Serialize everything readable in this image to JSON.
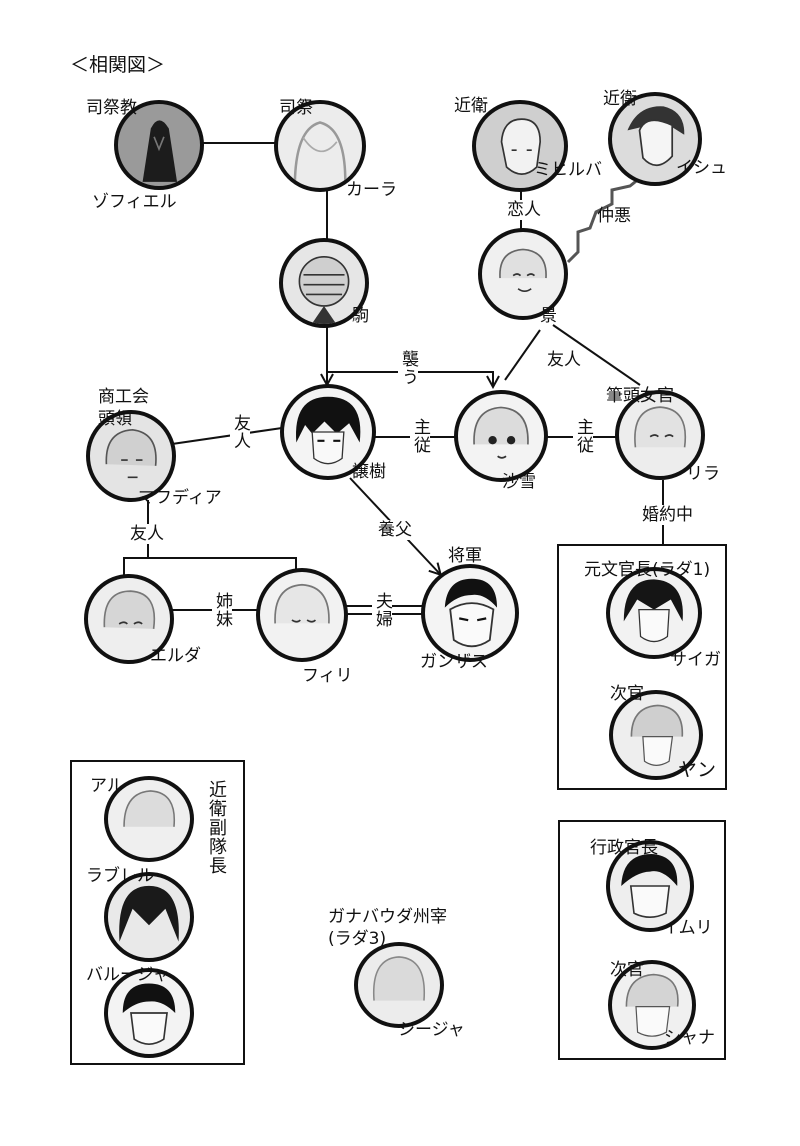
{
  "title": "＜相関図＞",
  "characters": {
    "zofiel": {
      "name": "ゾフィエル",
      "role": "司祭教"
    },
    "kara": {
      "name": "カーラ",
      "role": "司祭"
    },
    "koma": {
      "name": "駒"
    },
    "mihiruba": {
      "name": "ミヒルバ",
      "role": "近衛"
    },
    "ishu": {
      "name": "イシュ",
      "role": "近衛"
    },
    "kei": {
      "name": "景"
    },
    "mafudia": {
      "name": "マフディア",
      "role": "商工会\n頭領"
    },
    "joju": {
      "name": "譲樹"
    },
    "sayuki": {
      "name": "沙雪"
    },
    "rira": {
      "name": "リラ",
      "role": "筆頭女官"
    },
    "eruda": {
      "name": "エルダ"
    },
    "firi": {
      "name": "フィリ"
    },
    "ganzasu": {
      "name": "ガンザス",
      "role": "将軍"
    },
    "saiga": {
      "name": "サイガ",
      "role": "元文官長(ラダ1)"
    },
    "yan": {
      "name": "ヤン",
      "role": "次官"
    },
    "aru": {
      "name": "アル"
    },
    "raburebu": {
      "name": "ラブレル"
    },
    "baruja": {
      "name": "バルージャ"
    },
    "shija": {
      "name": "シージャ",
      "role": "ガナバウダ州宰\n(ラダ3)"
    },
    "imuri": {
      "name": "イムリ",
      "role": "行政官長"
    },
    "shana": {
      "name": "シャナ",
      "role": "次官"
    }
  },
  "relations": {
    "lovers": "恋人",
    "enemies": "仲悪",
    "friends_kei": "友人",
    "attack": "襲う",
    "friends_joju": "友人",
    "master_servant_1": "主従",
    "master_servant_2": "主従",
    "engaged": "婚約中",
    "friends_mafudia": "友人",
    "foster_father": "養父",
    "sisters": "姉妹",
    "married": "夫婦"
  },
  "groups": {
    "guard_vice": "近衛副隊長"
  }
}
